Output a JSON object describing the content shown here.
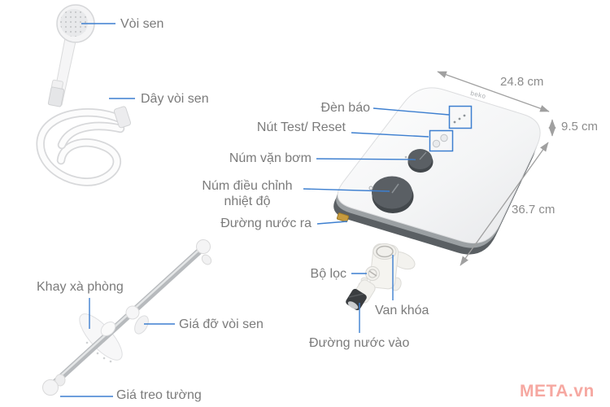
{
  "product": {
    "brand_logo": "beko",
    "type_note": "annotated water heater product diagram"
  },
  "labels": {
    "voi_sen": "Vòi sen",
    "day_voi_sen": "Dây vòi sen",
    "den_bao": "Đèn báo",
    "nut_test_reset": "Nút Test/ Reset",
    "num_van_bom": "Núm vặn bơm",
    "num_dieu_chinh_1": "Núm điều chỉnh",
    "num_dieu_chinh_2": "nhiệt độ",
    "duong_nuoc_ra": "Đường nước ra",
    "bo_loc": "Bộ lọc",
    "van_khoa": "Van khóa",
    "duong_nuoc_vao": "Đường nước vào",
    "khay_xa_phong": "Khay xà phòng",
    "gia_do_voi_sen": "Giá đỡ vòi sen",
    "gia_treo_tuong": "Giá treo tường"
  },
  "dimensions": {
    "width": "24.8 cm",
    "depth": "9.5 cm",
    "height": "36.7 cm"
  },
  "watermark": {
    "text": "META.vn",
    "color": "#f6a8a1"
  },
  "colors": {
    "label_text": "#7b7b7b",
    "leader_line": "#3d7fd0",
    "highlight_box": "#3d7fd0",
    "dimension_text": "#8c8c8c",
    "dimension_arrow": "#a0a0a0",
    "heater_face": "#f4f5f6",
    "heater_side": "#5a5f63",
    "knob": "#5a5f64",
    "outlet_brass": "#c79b3e"
  }
}
